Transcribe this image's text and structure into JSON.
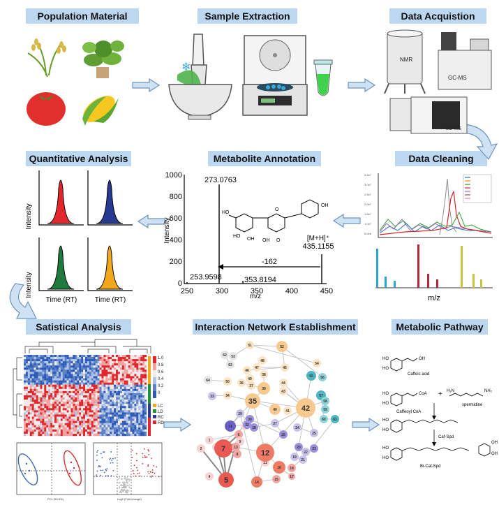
{
  "titles": {
    "population": "Population Material",
    "extraction": "Sample Extraction",
    "acquisition": "Data Acquistion",
    "quantitative": "Quantitative Analysis",
    "annotation": "Metabolite Annotation",
    "cleaning": "Data Cleaning",
    "statistical": "Satistical Analysis",
    "network": "Interaction Network Establishment",
    "pathway": "Metabolic Pathway"
  },
  "acquisition": {
    "nmr": "NMR",
    "gcms": "GC-MS",
    "lcms": "LC-MS"
  },
  "quant": {
    "ylabel": "Intensity",
    "xlabel": "Time (RT)",
    "colors": [
      "#e3262b",
      "#283a8f",
      "#1f7a3e",
      "#f2a81d"
    ]
  },
  "annotation": {
    "yticks": [
      "1000",
      "800",
      "600",
      "400",
      "200",
      "0"
    ],
    "xticks": [
      "250",
      "300",
      "350",
      "400",
      "450"
    ],
    "ylabel": "Intensity",
    "xlabel": "m/z",
    "peak1": "273.0763",
    "peak2_label": "[M+H]⁺",
    "peak2": "435.1155",
    "loss": "-162",
    "minor1": "253.9598",
    "minor2": "353.8194"
  },
  "cleaning": {
    "xlabel": "m/z"
  },
  "heatmap": {
    "scale": [
      "1.0",
      "0.8",
      "0.6",
      "0.4",
      "0.2",
      "0"
    ],
    "groups": [
      "LC",
      "LD",
      "RC",
      "RD"
    ]
  },
  "network": {
    "nodes": [
      "1",
      "2",
      "3",
      "4",
      "5",
      "6",
      "7",
      "8",
      "9",
      "10",
      "11",
      "12",
      "13",
      "14",
      "15",
      "16",
      "17",
      "18",
      "19",
      "20",
      "21",
      "22",
      "23",
      "24",
      "25",
      "26",
      "27",
      "28",
      "29",
      "30",
      "31",
      "32",
      "33",
      "34",
      "35",
      "36",
      "37",
      "38",
      "39",
      "40",
      "41",
      "42",
      "43",
      "44",
      "45",
      "46",
      "47",
      "48",
      "49",
      "50",
      "51",
      "52",
      "53",
      "54",
      "55",
      "56",
      "57",
      "58",
      "59",
      "60",
      "61",
      "62",
      "63",
      "64"
    ]
  },
  "pathway": {
    "caffeic": "Caffeic acid",
    "coa": "Caffeoyl CoA",
    "spermidine": "spermidine",
    "plus": "+",
    "cafspd": "Caf-Spd",
    "bicafspd": "Bi-Caf-Spd"
  }
}
